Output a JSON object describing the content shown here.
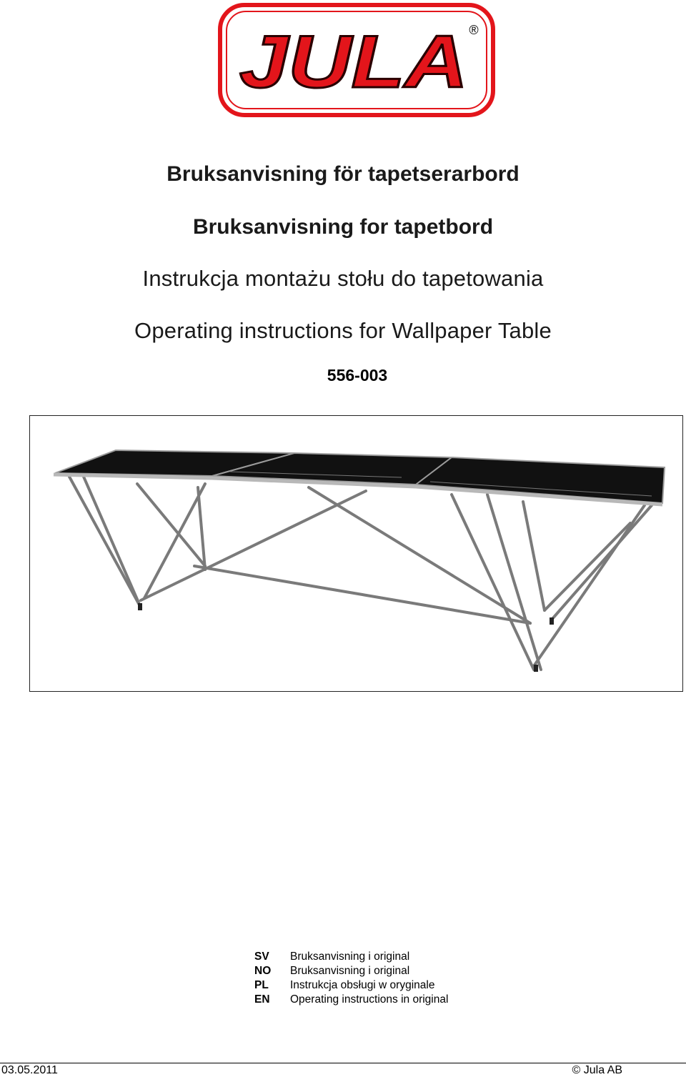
{
  "logo": {
    "text": "JULA",
    "registered": "®"
  },
  "titles": [
    "Bruksanvisning för tapetserarbord",
    "Bruksanvisning for tapetbord",
    "Instrukcja montażu stołu do tapetowania",
    "Operating instructions for Wallpaper Table"
  ],
  "model_number": "556-003",
  "languages": [
    {
      "code": "SV",
      "text": "Bruksanvisning i original"
    },
    {
      "code": "NO",
      "text": "Bruksanvisning i original"
    },
    {
      "code": "PL",
      "text": "Instrukcja obsługi w oryginale"
    },
    {
      "code": "EN",
      "text": "Operating instructions in original"
    }
  ],
  "footer": {
    "date": "03.05.2011",
    "copyright": "© Jula AB"
  },
  "colors": {
    "brand_red": "#e3151b",
    "text": "#000000"
  }
}
